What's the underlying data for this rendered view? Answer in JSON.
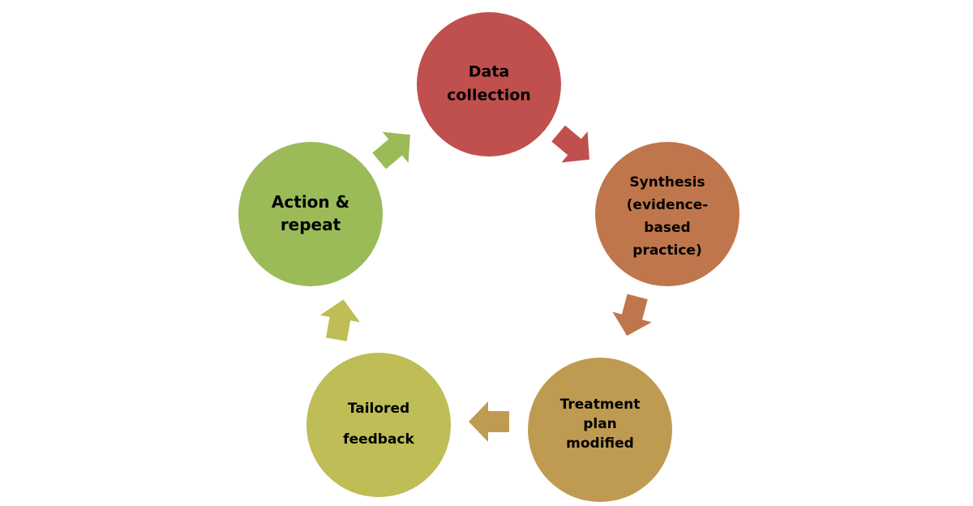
{
  "diagram": {
    "type": "cycle",
    "nodes": [
      {
        "id": "data-collection",
        "lines": [
          "Data",
          "collection"
        ],
        "color": "#C0504D"
      },
      {
        "id": "synthesis",
        "lines": [
          "Synthesis",
          "(evidence-",
          "based",
          "practice)"
        ],
        "color": "#C0764C"
      },
      {
        "id": "treatment-plan-modified",
        "lines": [
          "Treatment",
          "plan",
          "modified"
        ],
        "color": "#BF9B52"
      },
      {
        "id": "tailored-feedback",
        "lines": [
          "Tailored",
          "feedback"
        ],
        "color": "#BEBD56"
      },
      {
        "id": "action-repeat",
        "lines": [
          "Action &",
          "repeat"
        ],
        "color": "#9BBB59"
      }
    ],
    "arrows": [
      {
        "from": "data-collection",
        "to": "synthesis",
        "color": "#C0504D"
      },
      {
        "from": "synthesis",
        "to": "treatment-plan-modified",
        "color": "#C0764C"
      },
      {
        "from": "treatment-plan-modified",
        "to": "tailored-feedback",
        "color": "#BF9B52"
      },
      {
        "from": "tailored-feedback",
        "to": "action-repeat",
        "color": "#BEBD56"
      },
      {
        "from": "action-repeat",
        "to": "data-collection",
        "color": "#9BBB59"
      }
    ]
  }
}
